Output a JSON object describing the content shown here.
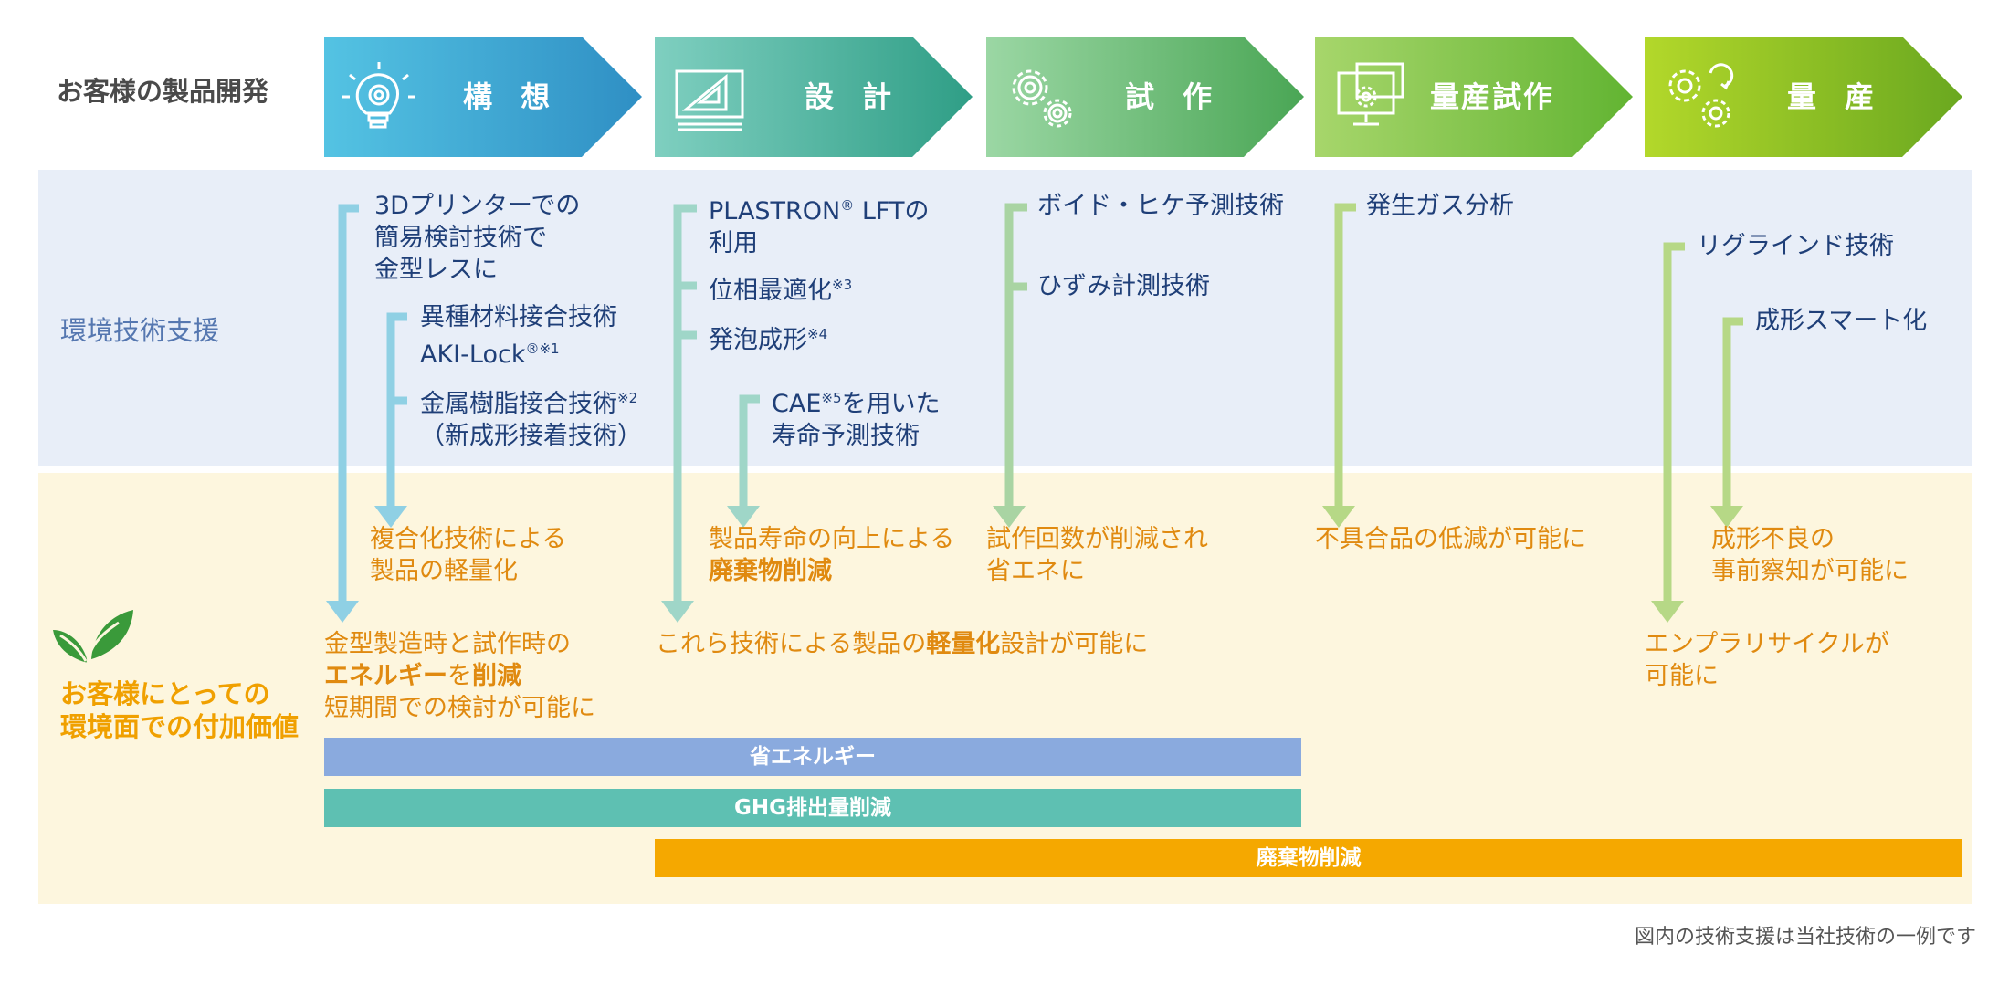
{
  "row_labels": {
    "development": "お客様の製品開発",
    "tech_support": "環境技術支援",
    "value_line1": "お客様にとっての",
    "value_line2": "環境面での付加価値"
  },
  "stages": [
    {
      "label": "構 想",
      "icon": "lightbulb-gear-icon"
    },
    {
      "label": "設 計",
      "icon": "drafting-triangle-icon"
    },
    {
      "label": "試 作",
      "icon": "gears-icon"
    },
    {
      "label": "量産試作",
      "icon": "monitor-gear-icon"
    },
    {
      "label": "量 産",
      "icon": "gears-arrows-icon"
    }
  ],
  "tech": {
    "printer_l1": "3Dプリンターでの",
    "printer_l2": "簡易検討技術で",
    "printer_l3": "金型レスに",
    "aki_l1": "異種材料接合技術",
    "aki_l2": "AKI-Lock",
    "aki_sup": "®※1",
    "metal_l1": "金属樹脂接合技術",
    "metal_sup": "※2",
    "metal_l2": "（新成形接着技術）",
    "plastron_l1": "PLASTRON",
    "plastron_sup": "®",
    "plastron_l1b": " LFTの",
    "plastron_l2": "利用",
    "phase": "位相最適化",
    "phase_sup": "※3",
    "foam": "発泡成形",
    "foam_sup": "※4",
    "cae_l1a": "CAE",
    "cae_sup": "※5",
    "cae_l1b": "を用いた",
    "cae_l2": "寿命予測技術",
    "void": "ボイド・ヒケ予測技術",
    "strain": "ひずみ計測技術",
    "gas": "発生ガス分析",
    "regrind": "リグラインド技術",
    "smart": "成形スマート化"
  },
  "outcomes": {
    "composite_l1": "複合化技術による",
    "composite_l2": "製品の軽量化",
    "life_l1": "製品寿命の向上による",
    "life_l2": "廃棄物削減",
    "trial_l1": "試作回数が削減され",
    "trial_l2": "省エネに",
    "defect": "不具合品の低減が可能に",
    "mold_l1": "成形不良の",
    "mold_l2": "事前察知が可能に",
    "energy_l1": "金型製造時と試作時の",
    "energy_l2a": "エネルギー",
    "energy_l2b": "を",
    "energy_l2c": "削減",
    "energy_l3": "短期間での検討が可能に",
    "light_a": "これら技術による製品の",
    "light_b": "軽量化",
    "light_c": "設計が可能に",
    "recycle_l1": "エンプラリサイクルが",
    "recycle_l2": "可能に"
  },
  "bars": {
    "energy_saving": "省エネルギー",
    "ghg": "GHG排出量削減",
    "waste": "廃棄物削減"
  },
  "footnote": "図内の技術支援は当社技術の一例です",
  "colors": {
    "stage1": "#3aa6cf",
    "stage2": "#3fb09a",
    "stage3": "#69b86a",
    "stage4": "#83c14a",
    "stage5": "#8fc232",
    "bar_energy": "#8aaade",
    "bar_ghg": "#5ec0b2",
    "bar_waste": "#f5a800"
  }
}
